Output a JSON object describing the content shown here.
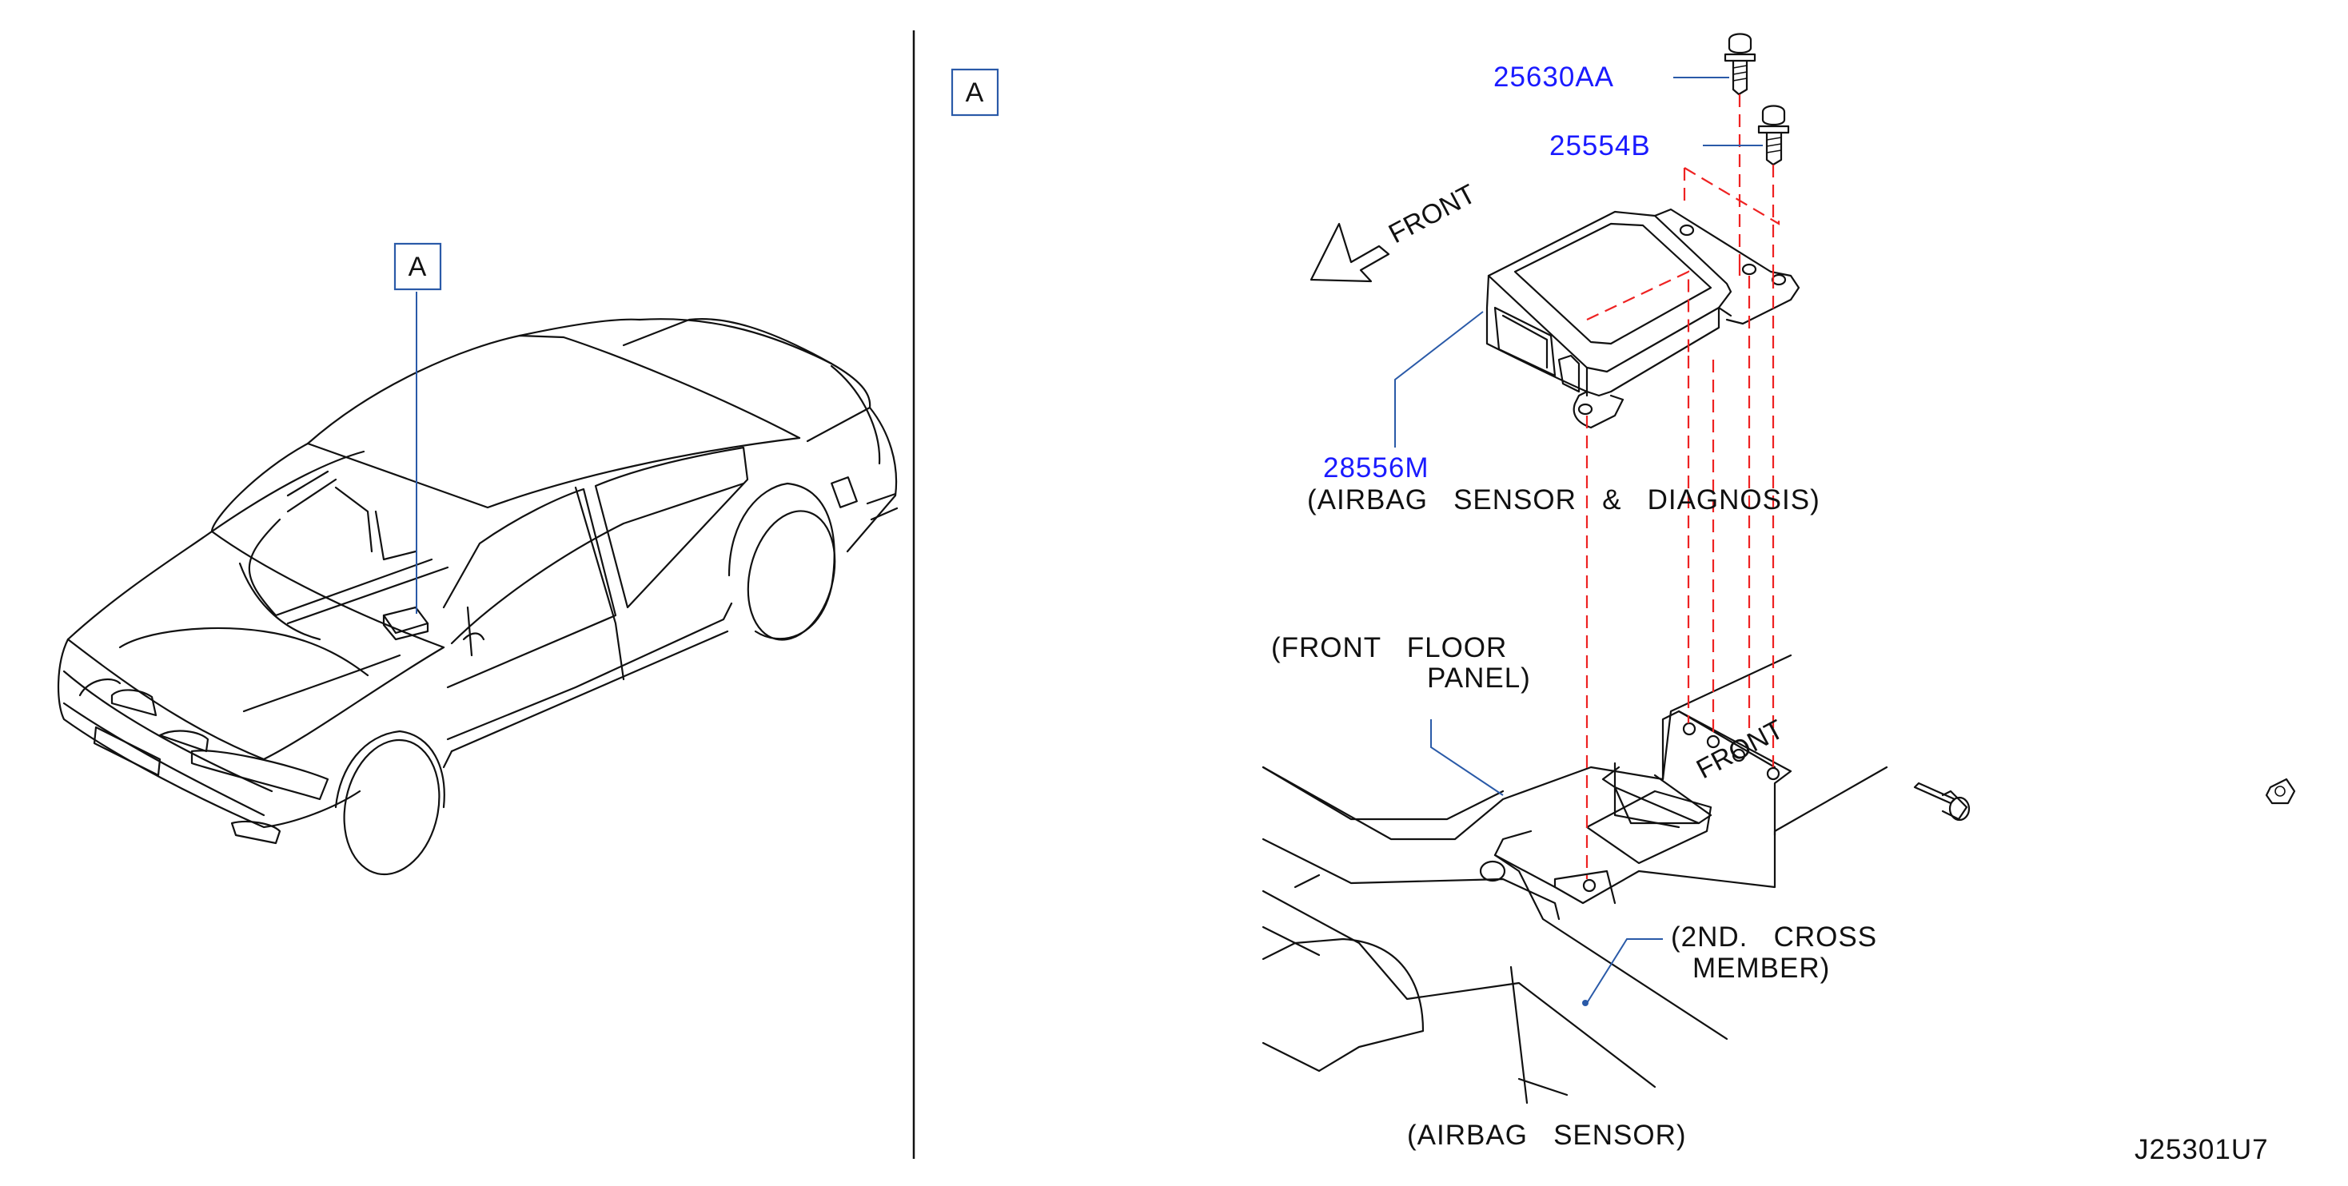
{
  "view_box_label": "A",
  "detail_box_label": "A",
  "parts": {
    "bolt_1": "25630AA",
    "bolt_2": "25554B",
    "sensor_unit": "28556M"
  },
  "labels": {
    "sensor_unit_desc": "(AIRBAG   SENSOR   &   DIAGNOSIS)",
    "front_floor_line1": "(FRONT   FLOOR",
    "front_floor_line2": "PANEL)",
    "cross_member_line1": "(2ND.   CROSS",
    "cross_member_line2": "MEMBER)",
    "caption": "(AIRBAG   SENSOR)",
    "front_upper": "FRONT",
    "front_lower": "FRONT"
  },
  "figure_ref": "J25301U7",
  "colors": {
    "part_number": "#1a1aff",
    "leader_line": "#2a5aa8",
    "alignment_dash": "#ee2222",
    "line_art": "#111111"
  }
}
